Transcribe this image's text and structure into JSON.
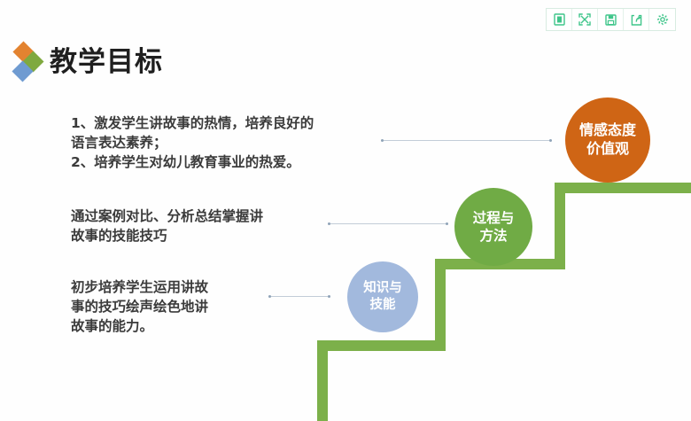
{
  "toolbar": {
    "buttons": [
      {
        "name": "page-view-icon",
        "label": "Page view"
      },
      {
        "name": "fullscreen-icon",
        "label": "Fullscreen"
      },
      {
        "name": "save-icon",
        "label": "Save"
      },
      {
        "name": "share-icon",
        "label": "Share"
      },
      {
        "name": "settings-gear-icon",
        "label": "Settings"
      }
    ],
    "accent_color": "#3fc58a",
    "border_color": "#d8ece1"
  },
  "slide": {
    "title": "教学目标",
    "logo": {
      "diamond_colors": [
        "#e38330",
        "#7fa93f",
        "#6f9bd1"
      ]
    },
    "text_blocks": [
      {
        "id": "objective-1",
        "text": "1、激发学生讲故事的热情，培养良好的\n语言表达素养；\n2、培养学生对幼儿教育事业的热爱。"
      },
      {
        "id": "objective-2",
        "text": "通过案例对比、分析总结掌握讲\n故事的技能技巧"
      },
      {
        "id": "objective-3",
        "text": "初步培养学生运用讲故\n事的技巧绘声绘色地讲\n故事的能力。"
      }
    ],
    "nodes": [
      {
        "id": "values",
        "line1": "情感态度",
        "line2": "价值观",
        "color": "#cf6515"
      },
      {
        "id": "process",
        "line1": "过程与",
        "line2": "方法",
        "color": "#70ab45"
      },
      {
        "id": "knowledge",
        "line1": "知识与",
        "line2": "技能",
        "color": "#a2b9dd"
      }
    ],
    "staircase": {
      "color": "#7cb04a",
      "thickness": 12
    },
    "connector_color": "#c3cdd8"
  }
}
